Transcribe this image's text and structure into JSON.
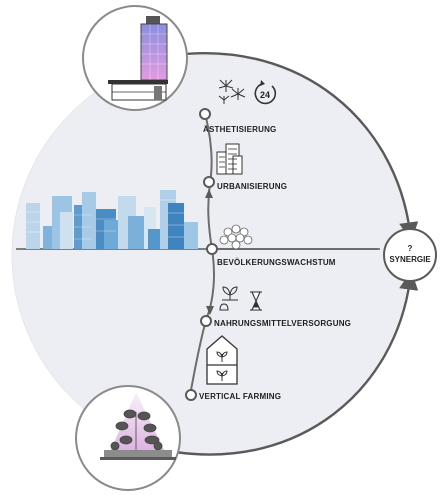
{
  "diagram": {
    "steps": [
      {
        "id": "aesthetics",
        "label": "ÄSTHETISIERUNG",
        "icon": "fireworks-and-24h-icon"
      },
      {
        "id": "urbanization",
        "label": "URBANISIERUNG",
        "icon": "office-buildings-icon"
      },
      {
        "id": "population",
        "label": "BEVÖLKERUNGSWACHSTUM",
        "icon": "crowd-icon"
      },
      {
        "id": "food",
        "label": "NAHRUNGSMITTELVERSORGUNG",
        "icon": "seedling-hourglass-icon"
      },
      {
        "id": "vertical-farming",
        "label": "VERTICAL FARMING",
        "icon": "greenhouse-tower-icon"
      }
    ],
    "synergy": {
      "question": "?",
      "label": "SYNERGIE"
    },
    "badge_24": "24",
    "images": {
      "top_circle": "skyscraper-building-icon",
      "bottom_circle": "vertical-farm-plants-icon",
      "skyline": "city-skyline-icon"
    },
    "colors": {
      "circle_fill": "#eceef3",
      "line": "#5a5a5a",
      "skyline_blue": "#6aa7d6",
      "tower_pink": "#d98fd6",
      "grow_light": "#d6a4dc"
    }
  }
}
